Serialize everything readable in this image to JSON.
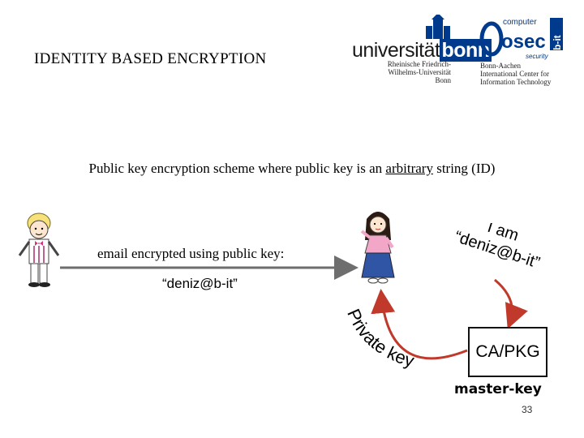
{
  "title": "IDENTITY BASED ENCRYPTION",
  "logos": {
    "uni_word_a": "universität",
    "uni_word_b": "bonn",
    "uni_sub": "Rheinische Friedrich-Wilhelms-Universität Bonn",
    "bit_top": "computer",
    "bit_mid": "osec",
    "bit_right": "b-it",
    "bit_small": "security",
    "bit_sub_1": "Bonn-Aachen",
    "bit_sub_2": "International Center for",
    "bit_sub_3": "Information Technology"
  },
  "subtitle": {
    "before": "Public key encryption scheme where public key is an ",
    "underlined": "arbitrary",
    "after": " string (ID)"
  },
  "email_label": "email encrypted using public key:",
  "id_label": "“deniz@b-it”",
  "speech": {
    "line1": "I am",
    "line2": "“deniz@b-it”"
  },
  "private_key_label": "Private key",
  "ca_pkg": "CA/PKG",
  "master_key": "master-key",
  "page_number": "33",
  "colors": {
    "arrow_grey": "#6e6e6e",
    "arrow_red": "#c0392b",
    "navy": "#003a8c"
  }
}
